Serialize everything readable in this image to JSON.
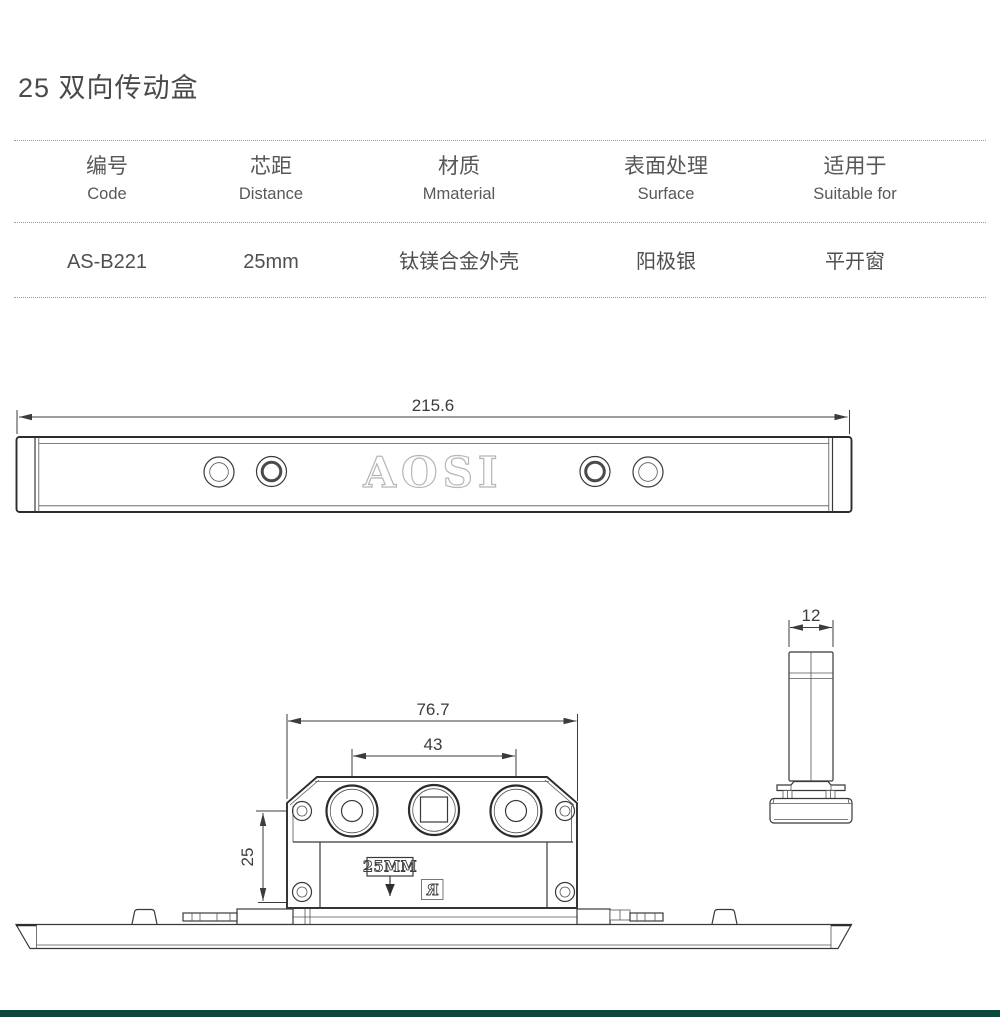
{
  "page": {
    "title": "25 双向传动盒"
  },
  "table": {
    "columns": [
      {
        "zh": "编号",
        "en": "Code"
      },
      {
        "zh": "芯距",
        "en": "Distance"
      },
      {
        "zh": "材质",
        "en": "Mmaterial"
      },
      {
        "zh": "表面处理",
        "en": "Surface"
      },
      {
        "zh": "适用于",
        "en": "Suitable for"
      }
    ],
    "row": [
      "AS-B221",
      "25mm",
      "钛镁合金外壳",
      "阳极银",
      "平开窗"
    ]
  },
  "drawing": {
    "brand_logo": "AOSI",
    "top_view": {
      "length_dim": "215.6"
    },
    "front_view": {
      "width_dim": "76.7",
      "spacing_dim": "43",
      "height_dim": "25",
      "stamp": "25MM",
      "mark": "R"
    },
    "side_view": {
      "width_dim": "12"
    }
  },
  "colors": {
    "footer_accent": "#0d473e"
  }
}
